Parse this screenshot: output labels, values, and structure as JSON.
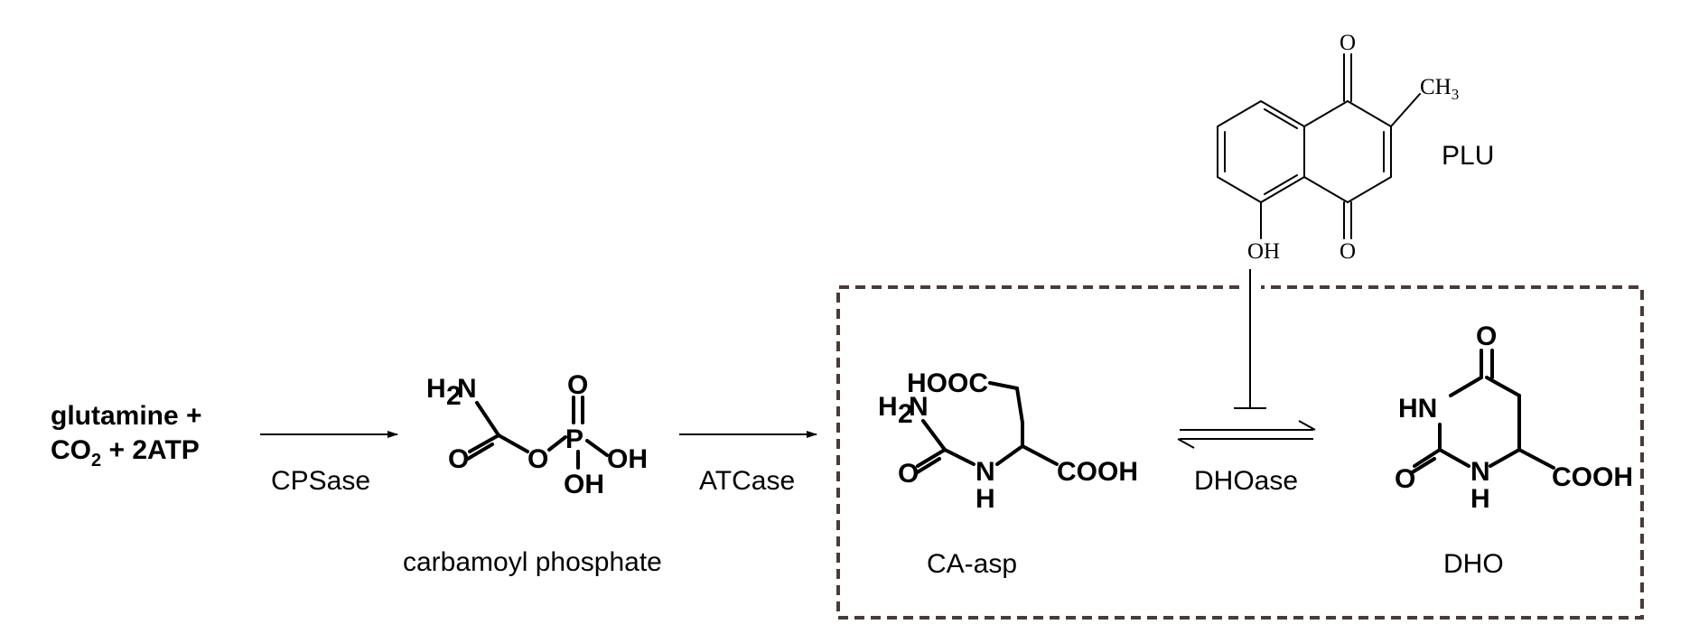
{
  "reactant": {
    "line1": "glutamine +",
    "co": "CO",
    "sub2": "2",
    "rest": " + 2ATP"
  },
  "enzymes": {
    "cpsase": "CPSase",
    "atcase": "ATCase",
    "dhoase": "DHOase"
  },
  "compounds": {
    "carbamoyl_phosphate": "carbamoyl phosphate",
    "ca_asp": "CA-asp",
    "dho": "DHO",
    "plu": "PLU"
  },
  "atoms": {
    "h": "H",
    "two": "2",
    "n": "N",
    "o": "O",
    "p": "P",
    "oh": "OH",
    "hooc": "HOOC",
    "cooh": "COOH",
    "hn": "HN",
    "ch": "CH",
    "three": "3"
  },
  "colors": {
    "box": "#4a3b36",
    "ink": "#000000"
  }
}
